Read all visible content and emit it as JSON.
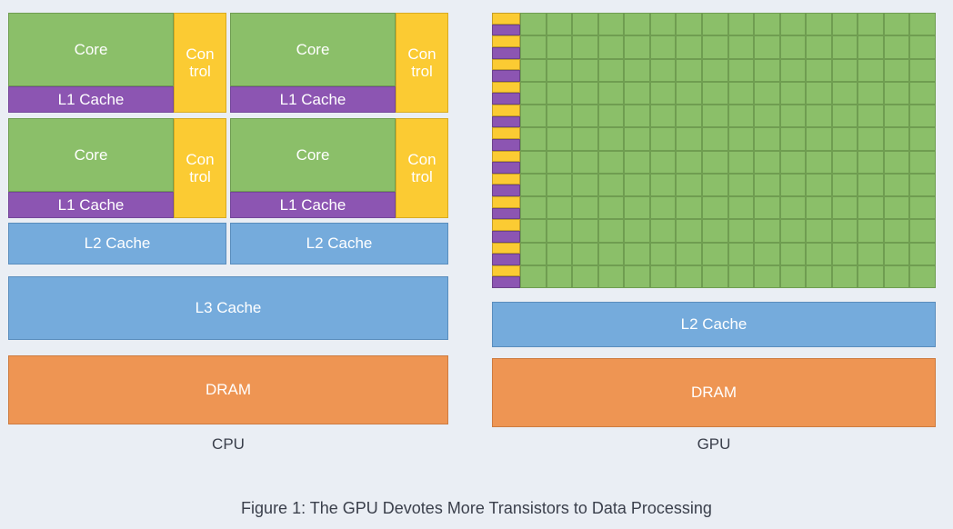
{
  "figure": {
    "caption": "Figure 1: The GPU Devotes More Transistors to Data Processing",
    "background_color": "#eaeef4",
    "text_color": "#3a3f4b"
  },
  "palette": {
    "core_green": "#8bbf69",
    "control_yellow": "#fbcb33",
    "l1_purple": "#8c55b2",
    "cache_blue": "#75abdc",
    "dram_orange": "#ee9553"
  },
  "cpu": {
    "label": "CPU",
    "core_modules": [
      {
        "core_label": "Core",
        "control_label": "Con\ntrol",
        "l1_label": "L1 Cache"
      },
      {
        "core_label": "Core",
        "control_label": "Con\ntrol",
        "l1_label": "L1 Cache"
      },
      {
        "core_label": "Core",
        "control_label": "Con\ntrol",
        "l1_label": "L1 Cache"
      },
      {
        "core_label": "Core",
        "control_label": "Con\ntrol",
        "l1_label": "L1 Cache"
      }
    ],
    "l2_caches": [
      {
        "label": "L2 Cache"
      },
      {
        "label": "L2 Cache"
      }
    ],
    "l3_cache": {
      "label": "L3 Cache"
    },
    "dram": {
      "label": "DRAM"
    }
  },
  "gpu": {
    "label": "GPU",
    "grid": {
      "rows": 12,
      "core_columns": 16,
      "stripe_pairs": 12,
      "stripe_top_color": "#fbcb33",
      "stripe_bottom_color": "#8c55b2",
      "cell_color": "#8bbf69"
    },
    "l2_cache": {
      "label": "L2 Cache"
    },
    "dram": {
      "label": "DRAM"
    }
  }
}
